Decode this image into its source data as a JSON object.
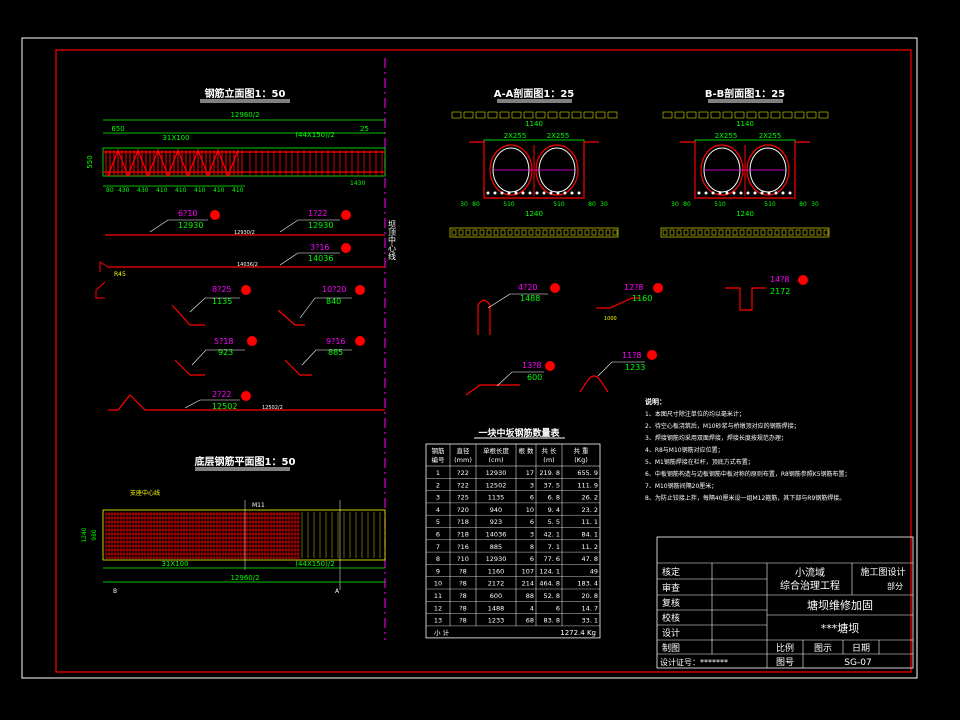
{
  "titles": {
    "rebar_elevation": "钢筋立面图1：50",
    "section_aa": "A-A剖面图1：25",
    "section_bb": "B-B剖面图1：25",
    "bottom_plan": "底层钢筋平面图1：50",
    "table_title": "一块中坂钢筋数量表"
  },
  "elevation": {
    "total_dim": "12960/2",
    "dim_650": "650",
    "dim_spacing_left": "31X100",
    "dim_spacing_right": "(44X150)/2",
    "dim_left_bottom": "80",
    "dim_25": "25",
    "dim_height": "550",
    "bottom_dims": [
      "430",
      "430",
      "410",
      "410",
      "410",
      "410",
      "410"
    ],
    "dim_1430": "1430",
    "center_line": "坝顶中心线"
  },
  "bars": [
    {
      "id": "6",
      "spec": "6?10",
      "length": "12930"
    },
    {
      "id": "1",
      "spec": "1?22",
      "length": "12930"
    },
    {
      "id": "3",
      "spec": "3?16",
      "length": "14036"
    },
    {
      "id": "8",
      "spec": "8?25",
      "length": "1135"
    },
    {
      "id": "10",
      "spec": "10?20",
      "length": "840"
    },
    {
      "id": "5",
      "spec": "5?18",
      "length": "923"
    },
    {
      "id": "9",
      "spec": "9?16",
      "length": "885"
    },
    {
      "id": "2",
      "spec": "2?22",
      "length": "12502"
    },
    {
      "id": "4",
      "spec": "4?20",
      "length": "1488"
    },
    {
      "id": "12",
      "spec": "12?8",
      "length": "1160"
    },
    {
      "id": "14",
      "spec": "14?8",
      "length": "2172"
    },
    {
      "id": "13",
      "spec": "13?8",
      "length": "600"
    },
    {
      "id": "11",
      "spec": "11?8",
      "length": "1233"
    }
  ],
  "dims_misc": {
    "len_12930_2": "12930/2",
    "len_14036_2": "14036/2",
    "len_12502_2": "12502/2",
    "d_1000": "1000"
  },
  "section_aa": {
    "top": "1140",
    "sub_left": "2X255",
    "sub_right": "2X255",
    "bottom": "1240",
    "bottom_parts": [
      "30",
      "80",
      "510",
      "510",
      "80",
      "30"
    ]
  },
  "section_bb": {
    "top": "1140",
    "sub_left": "2X255",
    "sub_right": "2X255",
    "bottom": "1240",
    "bottom_parts": [
      "30",
      "80",
      "510",
      "510",
      "80",
      "30"
    ]
  },
  "notes": {
    "heading": "说明：",
    "items": [
      "1、本图尺寸除注单位的均以毫米计；",
      "2、待空心板浇筑后，M10砂浆与桥墩顶对应的钢筋焊接；",
      "3、焊接钢筋均采用双面焊接，焊接长度按规范办理；",
      "4、R8与M10钢筋对应位置；",
      "5、M1钢筋焊接在栏杆，顶底方式布置；",
      "6、中板钢筋构造与边板钢筋中板对称的原则布置，R8钢筋参照K5钢筋布置；",
      "7、M10钢筋间隔20厘米；",
      "8、为防止铰接上拌，每隔40厘米设一组M12箍筋，其下部与R9钢筋焊接。"
    ]
  },
  "plan": {
    "label_center": "支座中心线",
    "dim_left": "31X100",
    "dim_right": "(44X150)/2",
    "total": "12960/2",
    "dim_h": "1240",
    "dim_h2": "980",
    "label_a": "A",
    "label_b": "B",
    "label_m11": "M11"
  },
  "table": {
    "headers": [
      "钢筋\n编号",
      "直径\n(mm)",
      "单根长度\n(cm)",
      "根 数",
      "共 长\n(m)",
      "共 重\n(Kg)"
    ],
    "rows": [
      [
        "1",
        "?22",
        "12930",
        "17",
        "219. 8",
        "655. 9"
      ],
      [
        "2",
        "?22",
        "12502",
        "3",
        "37. 5",
        "111. 9"
      ],
      [
        "3",
        "?25",
        "1135",
        "6",
        "6. 8",
        "26. 2"
      ],
      [
        "4",
        "?20",
        "940",
        "10",
        "9. 4",
        "23. 2"
      ],
      [
        "5",
        "?18",
        "923",
        "6",
        "5. 5",
        "11. 1"
      ],
      [
        "6",
        "?18",
        "14036",
        "3",
        "42. 1",
        "84. 1"
      ],
      [
        "7",
        "?16",
        "885",
        "8",
        "7. 1",
        "11. 2"
      ],
      [
        "8",
        "?10",
        "12930",
        "6",
        "77. 6",
        "47. 8"
      ],
      [
        "9",
        "?8",
        "1160",
        "107",
        "124. 1",
        "49"
      ],
      [
        "10",
        "?8",
        "2172",
        "214",
        "464. 8",
        "183. 4"
      ],
      [
        "11",
        "?8",
        "600",
        "88",
        "52. 8",
        "20. 8"
      ],
      [
        "12",
        "?8",
        "1488",
        "4",
        "6",
        "14. 7"
      ],
      [
        "13",
        "?8",
        "1233",
        "68",
        "83. 8",
        "33. 1"
      ]
    ],
    "total_label": "小 计",
    "total_value": "1272.4 Kg"
  },
  "titleblock": {
    "r1": "核定",
    "r2": "审查",
    "r3": "复核",
    "r4": "校核",
    "r5": "设计",
    "r6": "制图",
    "project": "小流域\n综合治理工程",
    "stage": "施工图设计",
    "part": "部分",
    "drawing_title": "塘坝维修加固",
    "site": "***塘坝",
    "scale_label": "比例",
    "scale_value": "图示",
    "date_label": "日期",
    "cert": "设计证号：*******",
    "drawing_no_label": "图号",
    "drawing_no": "SG-07"
  },
  "colors": {
    "frame": "#ff0000",
    "dim": "#00ff00",
    "text": "#ffffff",
    "rebar": "#ff0000",
    "callout": "#ff00ff",
    "hatch": "#ffff00"
  }
}
